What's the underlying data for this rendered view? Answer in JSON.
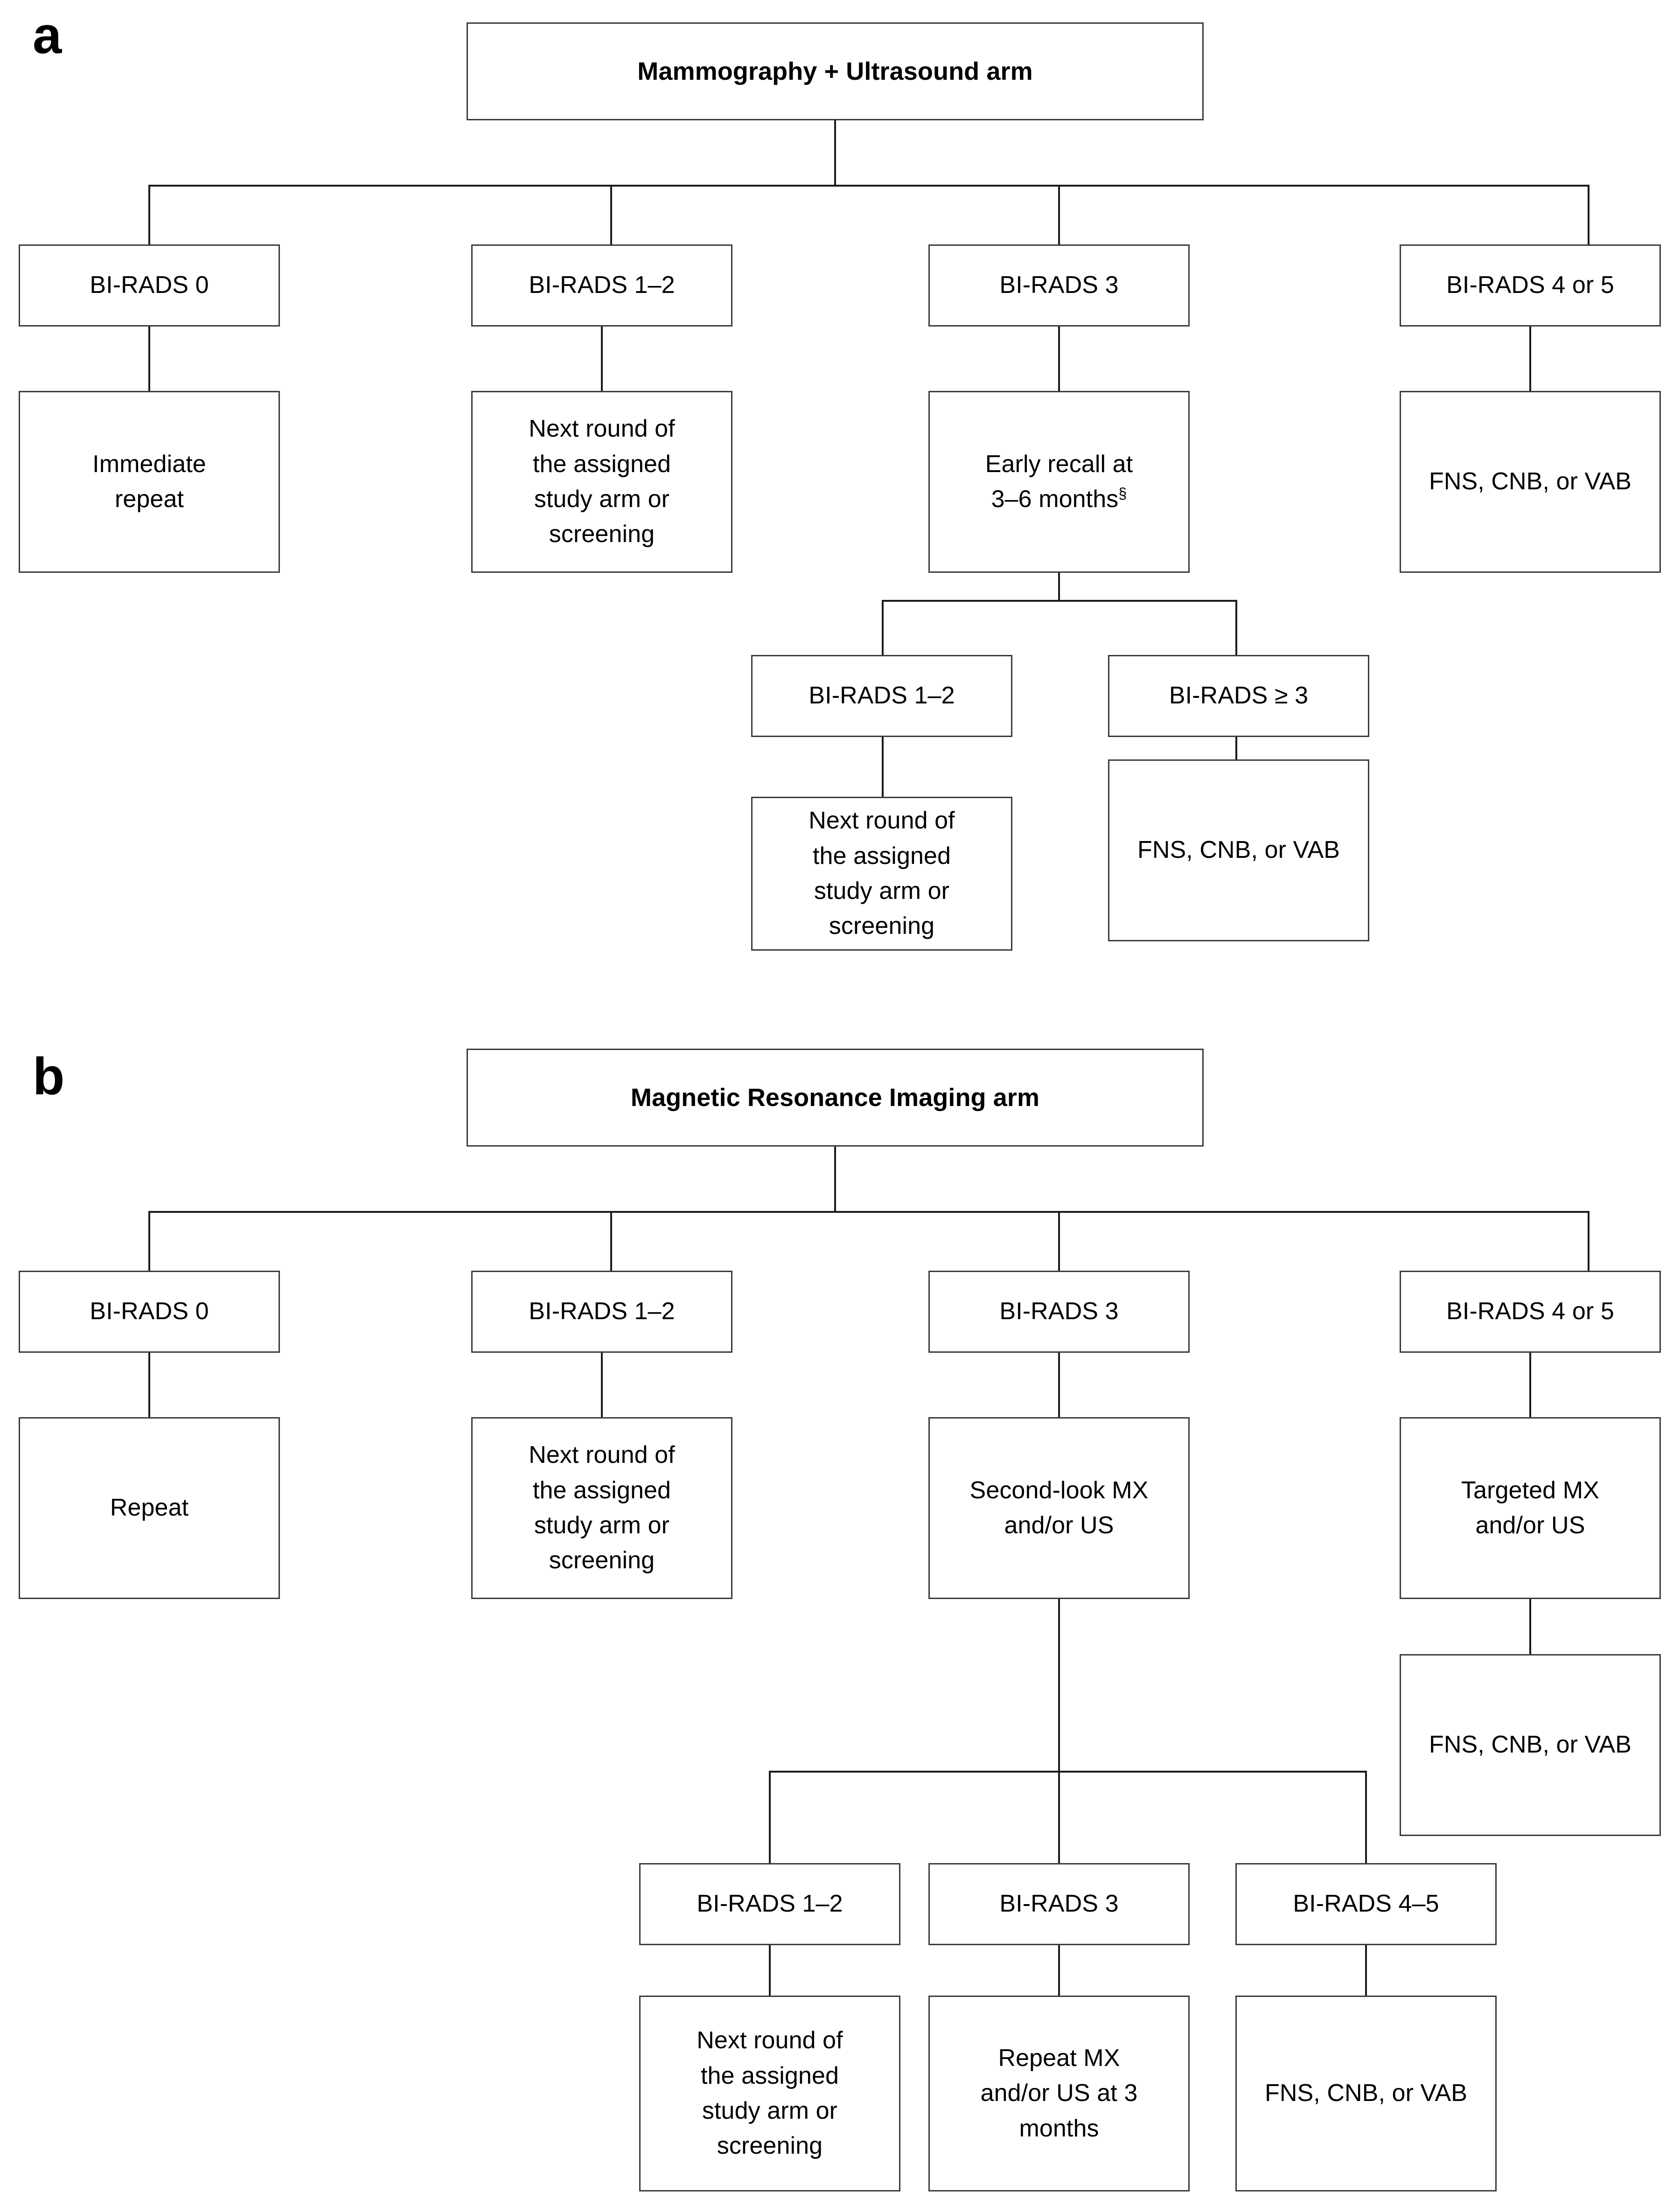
{
  "figure": {
    "type": "flowchart",
    "panels": [
      {
        "letter": "a",
        "title": "Mammography + Ultrasound arm",
        "nodes": {
          "birads0": "BI-RADS 0",
          "birads0_action": "Immediate\nrepeat",
          "birads12": "BI-RADS 1–2",
          "birads12_action": "Next round of\nthe assigned\nstudy arm or\nscreening",
          "birads3": "BI-RADS 3",
          "birads3_action_line1": "Early recall at",
          "birads3_action_line2": "3–6 months",
          "birads3_action_sup": "§",
          "birads45": "BI-RADS 4 or 5",
          "birads45_action": "FNS, CNB, or VAB",
          "recall_birads12": "BI-RADS 1–2",
          "recall_birads12_action": "Next round of\nthe assigned\nstudy arm or\nscreening",
          "recall_birads3plus": "BI-RADS ≥ 3",
          "recall_birads3plus_action": "FNS, CNB, or VAB"
        }
      },
      {
        "letter": "b",
        "title": "Magnetic Resonance Imaging arm",
        "nodes": {
          "birads0": "BI-RADS 0",
          "birads0_action": "Repeat",
          "birads12": "BI-RADS 1–2",
          "birads12_action": "Next round of\nthe assigned\nstudy arm or\nscreening",
          "birads3": "BI-RADS 3",
          "birads3_action": "Second-look MX\nand/or US",
          "birads45": "BI-RADS 4 or 5",
          "birads45_action": "Targeted MX\nand/or US",
          "birads45_biopsy": "FNS, CNB, or VAB",
          "sl_birads12": "BI-RADS 1–2",
          "sl_birads12_action": "Next round of\nthe assigned\nstudy arm or\nscreening",
          "sl_birads3": "BI-RADS 3",
          "sl_birads3_action": "Repeat MX\nand/or US at 3\nmonths",
          "sl_birads45": "BI-RADS 4–5",
          "sl_birads45_action": "FNS, CNB, or VAB"
        }
      }
    ],
    "colors": {
      "background": "#ffffff",
      "box_border": "#3b3b3b",
      "connector": "#1a1a1a",
      "text": "#000000"
    }
  }
}
